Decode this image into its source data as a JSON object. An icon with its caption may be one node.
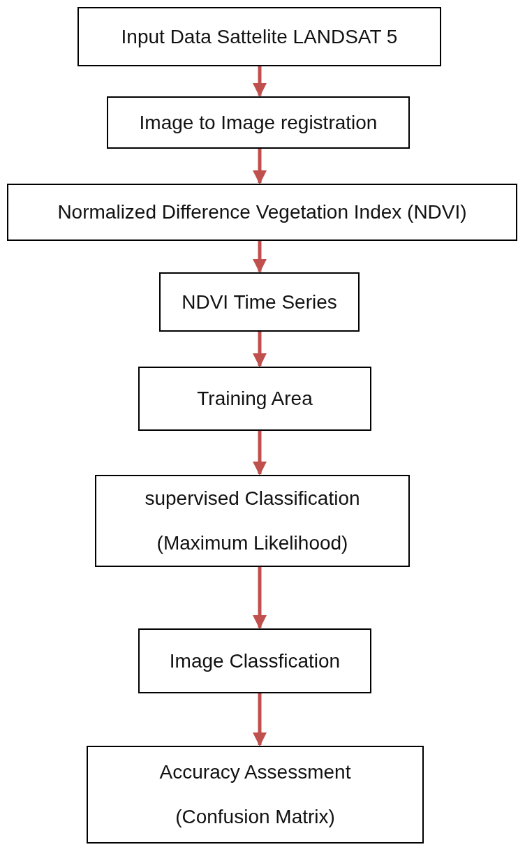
{
  "diagram": {
    "nodes": [
      {
        "text": [
          "Input Data Sattelite LANDSAT 5"
        ]
      },
      {
        "text": [
          "Image to Image registration"
        ]
      },
      {
        "text": [
          "Normalized Difference Vegetation Index (NDVI)"
        ]
      },
      {
        "text": [
          "NDVI Time Series"
        ]
      },
      {
        "text": [
          "Training Area"
        ]
      },
      {
        "text": [
          "supervised Classification (Maximum Likelihood)"
        ]
      },
      {
        "text": [
          "Image Classfication"
        ]
      },
      {
        "text": [
          "Accuracy Assessment (Confusion Matrix)"
        ]
      }
    ],
    "edges": [
      {
        "from": 0,
        "to": 1,
        "arrow": "to"
      },
      {
        "from": 1,
        "to": 2,
        "arrow": "to"
      },
      {
        "from": 2,
        "to": 3,
        "arrow": "to"
      },
      {
        "from": 3,
        "to": 4,
        "arrow": "to"
      },
      {
        "from": 4,
        "to": 5,
        "arrow": "to"
      },
      {
        "from": 5,
        "to": 6,
        "arrow": "to"
      },
      {
        "from": 6,
        "to": 7,
        "arrow": "to"
      }
    ]
  }
}
